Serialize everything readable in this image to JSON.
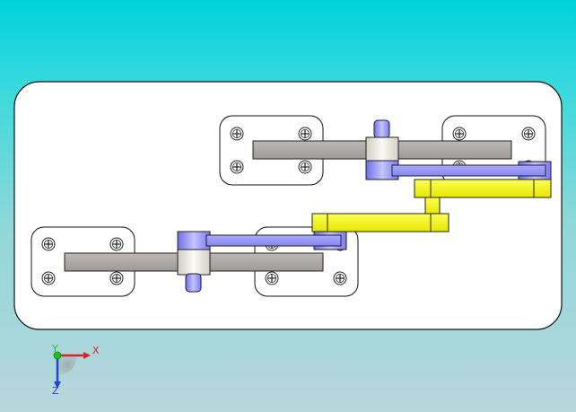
{
  "viewport": {
    "background_top": "#00d2dc",
    "background_bottom": "#b8d6dc"
  },
  "model": {
    "parts": [
      {
        "name": "base-plate",
        "color": "#ffffff"
      },
      {
        "name": "mounting-bracket-plate",
        "count": 4,
        "color": "#ffffff"
      },
      {
        "name": "gray-shaft",
        "count": 2,
        "color": "#aba8a6"
      },
      {
        "name": "bushing-collar",
        "count": 2,
        "color": "#f2f0e8"
      },
      {
        "name": "blue-crank-arm",
        "count": 2,
        "color": "#9999ff"
      },
      {
        "name": "blue-pivot-pin",
        "count": 2,
        "color": "#9999ff"
      },
      {
        "name": "yellow-coupler-link",
        "color": "#ffff22"
      },
      {
        "name": "phillips-screw",
        "count": 16,
        "icon": "phillips-screw-icon"
      }
    ]
  },
  "triad": {
    "x_label": "X",
    "y_label": "Y",
    "z_label": "Z",
    "x_color": "#e02020",
    "y_color": "#20c020",
    "z_color": "#2040e0"
  }
}
